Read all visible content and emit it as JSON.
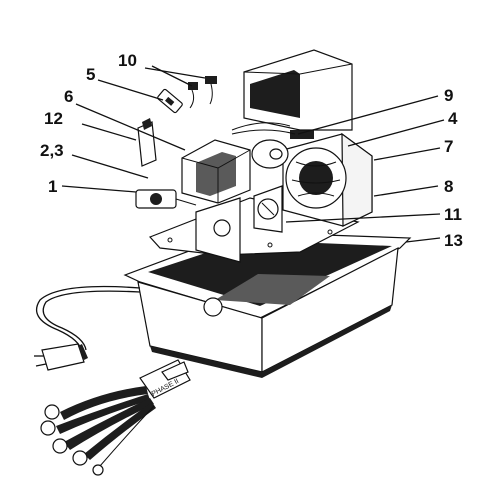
{
  "callouts": [
    {
      "id": "c10",
      "text": "10"
    },
    {
      "id": "c5",
      "text": "5"
    },
    {
      "id": "c6",
      "text": "6"
    },
    {
      "id": "c12",
      "text": "12"
    },
    {
      "id": "c23",
      "text": "2,3"
    },
    {
      "id": "c1",
      "text": "1"
    },
    {
      "id": "c9",
      "text": "9"
    },
    {
      "id": "c4",
      "text": "4"
    },
    {
      "id": "c7",
      "text": "7"
    },
    {
      "id": "c8",
      "text": "8"
    },
    {
      "id": "c11",
      "text": "11"
    },
    {
      "id": "c13",
      "text": "13"
    }
  ],
  "labels": {
    "handpiece_text": "PHASE II"
  },
  "colors": {
    "ink": "#111111",
    "fill_dark": "#1d1d1d",
    "fill_mid": "#5a5a5a",
    "paper": "#ffffff"
  }
}
